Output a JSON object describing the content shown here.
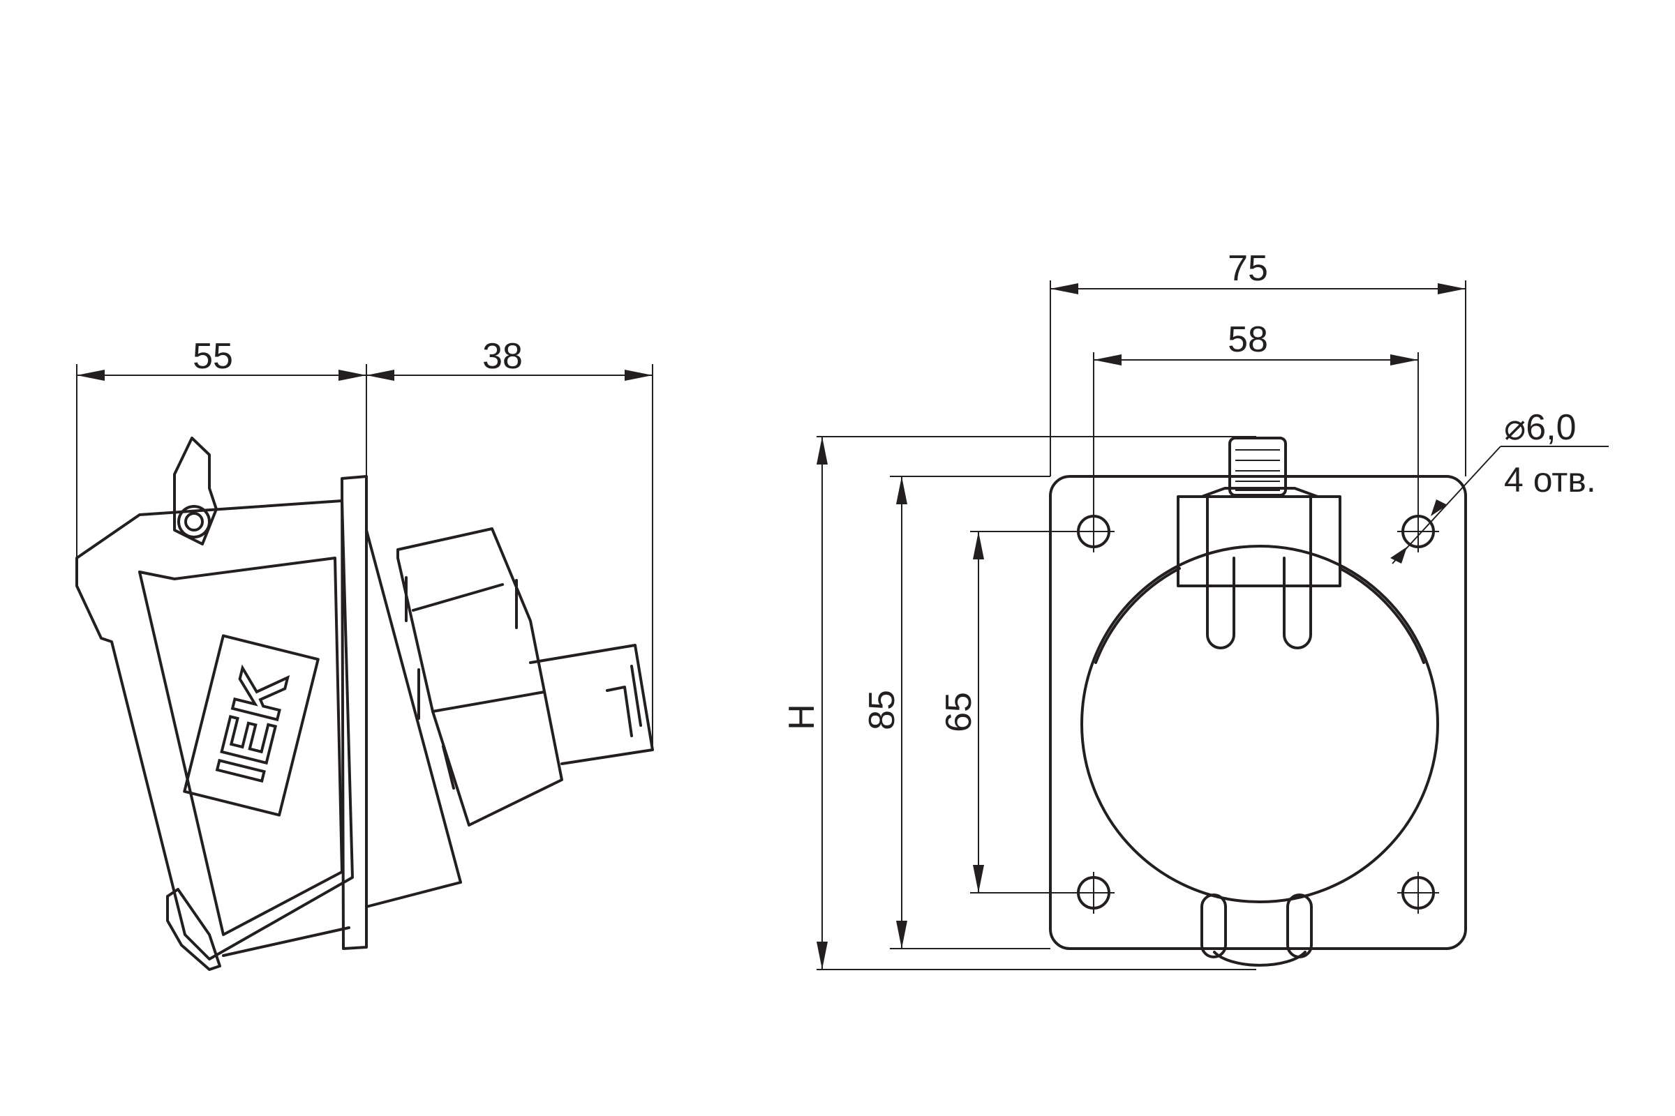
{
  "dimensions": {
    "side_depth": "55",
    "side_protrusion": "38",
    "flange_width": "75",
    "hole_spacing_x": "58",
    "height_symbol": "H",
    "height": "85",
    "hole_spacing_y": "65",
    "hole_diameter": "⌀6,0",
    "hole_count": "4 отв."
  },
  "logo": {
    "text": "IEK"
  }
}
